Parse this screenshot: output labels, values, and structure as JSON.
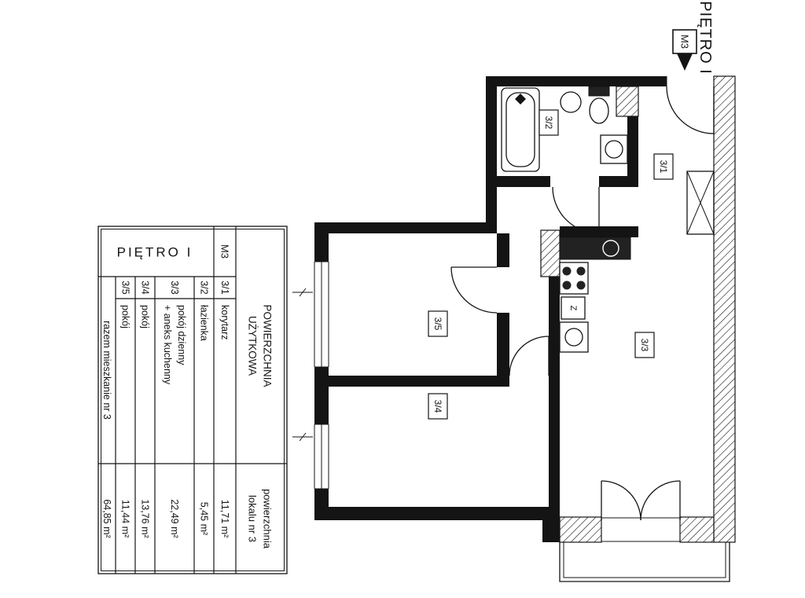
{
  "plan": {
    "floor_title": "PIĘTRO I",
    "entrance_marker": "M3",
    "labels": {
      "r31": "3/1",
      "r32": "3/2",
      "r33": "3/3",
      "r34": "3/4",
      "r35": "3/5",
      "kitchen": "Z"
    }
  },
  "table": {
    "floor_header": "PIĘTRO I",
    "unit_header": "M3",
    "usable_area_header": {
      "line1": "POWIERZCHNIA",
      "line2": "UŻYTKOWA"
    },
    "area_col_header": {
      "line1": "powierzchnia",
      "line2": "lokalu nr 3"
    },
    "rows": [
      {
        "no": "3/1",
        "name": "korytarz",
        "name2": "",
        "area": "11,71 m²"
      },
      {
        "no": "3/2",
        "name": "łazienka",
        "name2": "",
        "area": "5,45 m²"
      },
      {
        "no": "3/3",
        "name": "pokój dzienny",
        "name2": "+ aneks kuchenny",
        "area": "22,49 m²"
      },
      {
        "no": "3/4",
        "name": "pokój",
        "name2": "",
        "area": "13,76 m²"
      },
      {
        "no": "3/5",
        "name": "pokój",
        "name2": "",
        "area": "11,44 m²"
      }
    ],
    "total_row": {
      "name": "razem mieszkanie nr 3",
      "area": "64,85 m²"
    }
  }
}
